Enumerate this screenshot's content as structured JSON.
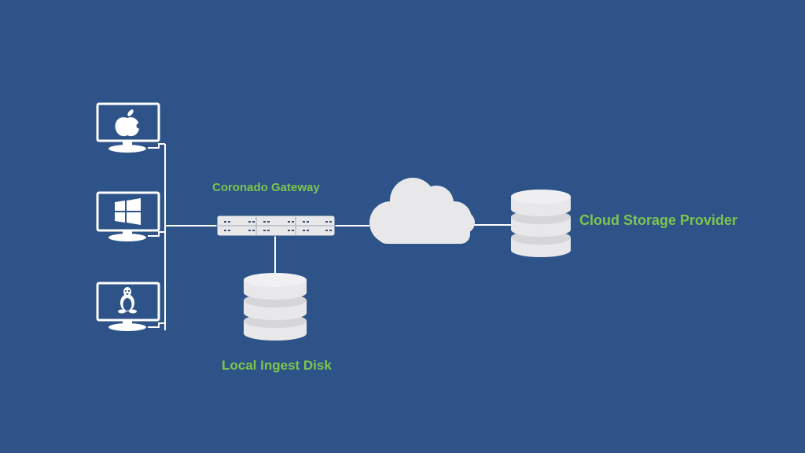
{
  "labels": {
    "gateway": "Coronado Gateway",
    "cloud_storage": "Cloud Storage Provider",
    "local_disk": "Local Ingest Disk"
  },
  "colors": {
    "background": "#2e5388",
    "line": "#ffffff",
    "device_fill": "#e8e8ea",
    "label_green": "#7dc54f"
  },
  "icons": {
    "client_1": "apple-logo-icon",
    "client_2": "windows-logo-icon",
    "client_3": "linux-tux-icon",
    "gateway": "network-switch-icon",
    "cloud": "cloud-icon",
    "local_disk": "database-stack-icon",
    "cloud_storage": "database-stack-icon"
  }
}
